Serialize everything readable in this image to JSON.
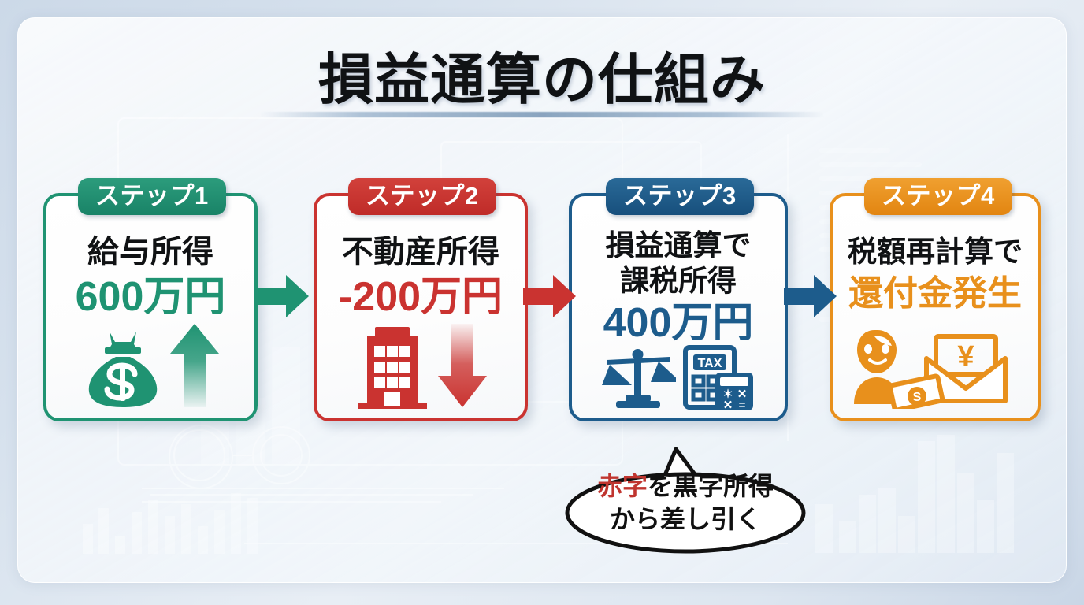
{
  "title": "損益通算の仕組み",
  "colors": {
    "step1": "#1f9372",
    "step2": "#ca3330",
    "step3": "#1d5c8c",
    "step4": "#e8901c",
    "background": "#d6e1ed",
    "panel": "#ffffff",
    "title_text": "#101214"
  },
  "steps": [
    {
      "badge": "ステップ1",
      "label": "給与所得",
      "amount": "600万円",
      "color": "#1f9372",
      "icons": [
        "money-bag-icon",
        "arrow-up-icon"
      ]
    },
    {
      "badge": "ステップ2",
      "label": "不動産所得",
      "amount": "-200万円",
      "color": "#ca3330",
      "icons": [
        "building-icon",
        "arrow-down-icon"
      ]
    },
    {
      "badge": "ステップ3",
      "label": "損益通算で\n課税所得",
      "label_line1": "損益通算で",
      "label_line2": "課税所得",
      "amount": "400万円",
      "color": "#1d5c8c",
      "icons": [
        "balance-scale-icon",
        "tax-calculator-icon"
      ]
    },
    {
      "badge": "ステップ4",
      "label": "税額再計算で",
      "amount": "還付金発生",
      "color": "#e8901c",
      "icons": [
        "person-icon",
        "envelope-yen-icon",
        "banknote-icon"
      ]
    }
  ],
  "connectors": [
    {
      "name": "arrow-step1-to-step2",
      "color": "#1f9372"
    },
    {
      "name": "arrow-step2-to-step3",
      "color": "#ca3330"
    },
    {
      "name": "arrow-step3-to-step4",
      "color": "#1d5c8c"
    }
  ],
  "callout": {
    "highlight": "赤字",
    "rest_line1": "を黒字所得",
    "line2": "から差し引く",
    "highlight_color": "#c0352f",
    "points_to": "step3"
  },
  "tax_icon_label": "TAX"
}
